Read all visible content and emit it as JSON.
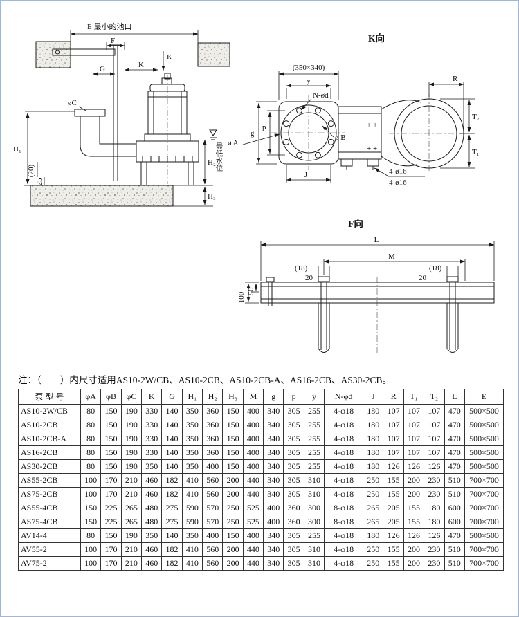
{
  "note": "注：（　　）内尺寸适用AS10-2W/CB、AS10-2CB、AS10-2CB-A、AS16-2CB、AS30-2CB。",
  "drawing": {
    "install": {
      "pool_opening": "E 最小的池口",
      "f": "F",
      "k": "K",
      "k_height": "K",
      "g": "G",
      "phi_c": "øC",
      "phi_a": "ø A",
      "h1": "H₁",
      "h2": "H₂",
      "h3": "H₃",
      "d20": "(20)",
      "d25": "25",
      "water_level": "最低水位"
    },
    "k_view": {
      "title": "K向",
      "plate": "(350×340)",
      "y": "y",
      "n_phi_d": "N-ød",
      "g": "g",
      "p": "p",
      "phi_b": "ø B",
      "r": "R",
      "t2": "T₂",
      "t1": "T₁",
      "j": "J",
      "bolts_top": "4-ø16",
      "bolts_bottom": "4-ø16",
      "plus_marks": "+ +"
    },
    "f_view": {
      "title": "F向",
      "l": "L",
      "m": "M",
      "d18_left": "(18)",
      "d20_left": "20",
      "d18_right": "(18)",
      "d20_right": "20",
      "d100": "100",
      "d50": "50"
    }
  },
  "table": {
    "headers": [
      "泵 型 号",
      "φA",
      "φB",
      "φC",
      "K",
      "G",
      "H₁",
      "H₂",
      "H₃",
      "M",
      "g",
      "p",
      "y",
      "N-φd",
      "J",
      "R",
      "T₁",
      "T₂",
      "L",
      "E"
    ],
    "rows": [
      [
        "AS10-2W/CB",
        "80",
        "150",
        "190",
        "330",
        "140",
        "350",
        "360",
        "150",
        "400",
        "340",
        "305",
        "255",
        "4-φ18",
        "180",
        "107",
        "107",
        "107",
        "470",
        "500×500"
      ],
      [
        "AS10-2CB",
        "80",
        "150",
        "190",
        "330",
        "140",
        "350",
        "360",
        "150",
        "400",
        "340",
        "305",
        "255",
        "4-φ18",
        "180",
        "107",
        "107",
        "107",
        "470",
        "500×500"
      ],
      [
        "AS10-2CB-A",
        "80",
        "150",
        "190",
        "330",
        "140",
        "350",
        "360",
        "150",
        "400",
        "340",
        "305",
        "255",
        "4-φ18",
        "180",
        "107",
        "107",
        "107",
        "470",
        "500×500"
      ],
      [
        "AS16-2CB",
        "80",
        "150",
        "190",
        "330",
        "140",
        "350",
        "360",
        "150",
        "400",
        "340",
        "305",
        "255",
        "4-φ18",
        "180",
        "107",
        "107",
        "107",
        "470",
        "500×500"
      ],
      [
        "AS30-2CB",
        "80",
        "150",
        "190",
        "350",
        "140",
        "350",
        "400",
        "150",
        "400",
        "340",
        "305",
        "255",
        "4-φ18",
        "180",
        "126",
        "126",
        "126",
        "470",
        "500×500"
      ],
      [
        "AS55-2CB",
        "100",
        "170",
        "210",
        "460",
        "182",
        "410",
        "560",
        "200",
        "440",
        "340",
        "305",
        "310",
        "4-φ18",
        "250",
        "155",
        "200",
        "230",
        "510",
        "700×700"
      ],
      [
        "AS75-2CB",
        "100",
        "170",
        "210",
        "460",
        "182",
        "410",
        "560",
        "200",
        "440",
        "340",
        "305",
        "310",
        "4-φ18",
        "250",
        "155",
        "200",
        "230",
        "510",
        "700×700"
      ],
      [
        "AS55-4CB",
        "150",
        "225",
        "265",
        "480",
        "275",
        "590",
        "570",
        "250",
        "525",
        "400",
        "360",
        "300",
        "8-φ18",
        "265",
        "205",
        "155",
        "180",
        "600",
        "700×700"
      ],
      [
        "AS75-4CB",
        "150",
        "225",
        "265",
        "480",
        "275",
        "590",
        "570",
        "250",
        "525",
        "400",
        "360",
        "300",
        "8-φ18",
        "265",
        "205",
        "155",
        "180",
        "600",
        "700×700"
      ],
      [
        "AV14-4",
        "80",
        "150",
        "190",
        "350",
        "140",
        "350",
        "400",
        "150",
        "400",
        "340",
        "305",
        "255",
        "4-φ18",
        "180",
        "126",
        "126",
        "126",
        "470",
        "500×500"
      ],
      [
        "AV55-2",
        "100",
        "170",
        "210",
        "460",
        "182",
        "410",
        "560",
        "200",
        "440",
        "340",
        "305",
        "310",
        "4-φ18",
        "250",
        "155",
        "200",
        "230",
        "510",
        "700×700"
      ],
      [
        "AV75-2",
        "100",
        "170",
        "210",
        "460",
        "182",
        "410",
        "560",
        "200",
        "440",
        "340",
        "305",
        "310",
        "4-φ18",
        "250",
        "155",
        "200",
        "230",
        "510",
        "700×700"
      ]
    ]
  }
}
